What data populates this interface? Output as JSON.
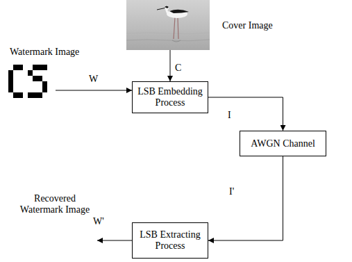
{
  "diagram": {
    "nodes": [
      {
        "text": [
          "Cover Image"
        ]
      },
      {
        "text": [
          "Watermark Image"
        ]
      },
      {
        "text": [
          "LSB Embedding Process"
        ]
      },
      {
        "text": [
          "AWGN Channel"
        ]
      },
      {
        "text": [
          "Recovered Watermark Image"
        ]
      },
      {
        "text": [
          "LSB Extracting Process"
        ]
      }
    ],
    "edges": [
      {
        "from": 0,
        "to": 2,
        "arrow": "to",
        "label": "C"
      },
      {
        "from": 1,
        "to": 2,
        "arrow": "to",
        "label": "W"
      },
      {
        "from": 2,
        "to": 3,
        "arrow": "to",
        "label": "I"
      },
      {
        "from": 3,
        "to": 5,
        "arrow": "to",
        "label": "I'"
      },
      {
        "from": 5,
        "to": 4,
        "arrow": "to",
        "label": "W'"
      }
    ]
  }
}
